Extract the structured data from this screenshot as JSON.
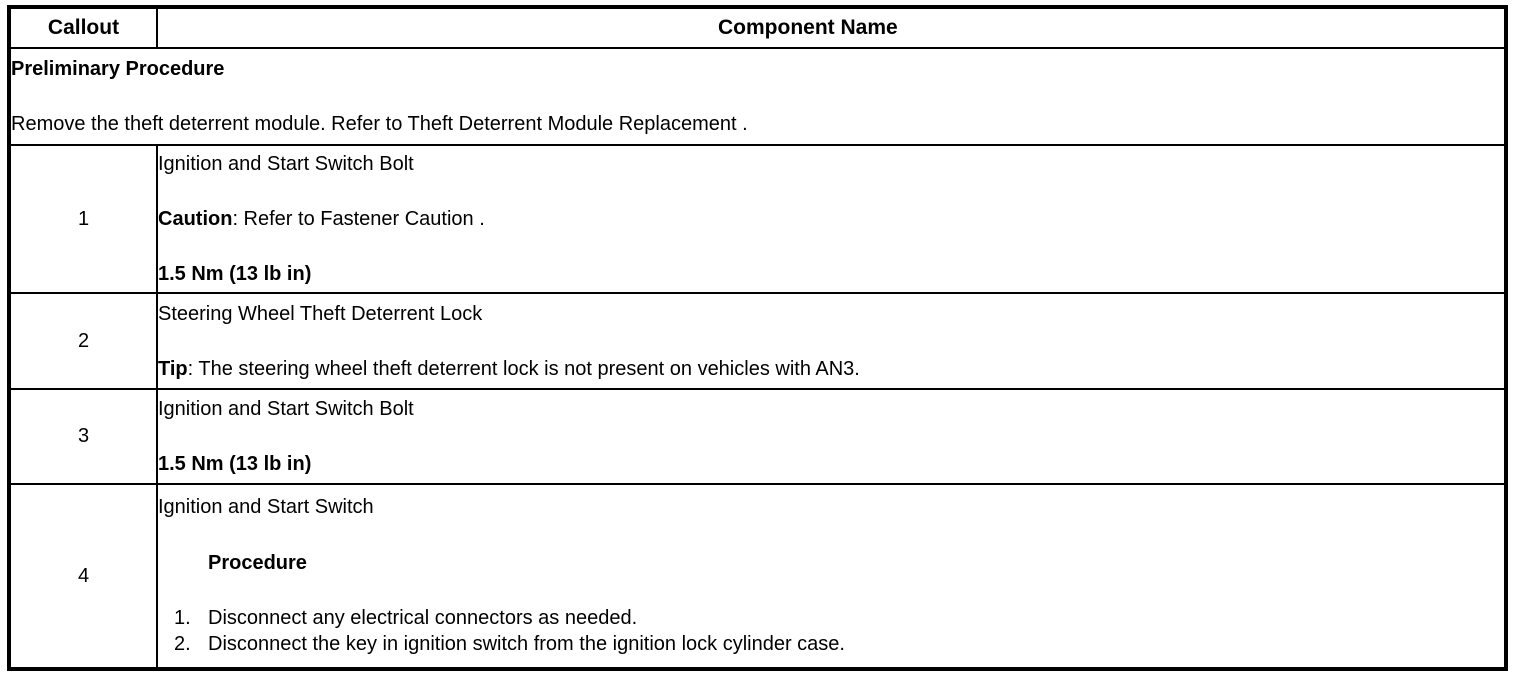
{
  "table": {
    "headers": {
      "callout": "Callout",
      "component_name": "Component Name"
    },
    "preliminary": {
      "title": "Preliminary Procedure",
      "body": "Remove the theft deterrent module. Refer to Theft Deterrent Module Replacement ."
    },
    "rows": [
      {
        "callout": "1",
        "name": "Ignition and Start Switch Bolt",
        "caution_label": "Caution",
        "caution_text": ": Refer to Fastener Caution .",
        "torque": "1.5 Nm (13 lb in)"
      },
      {
        "callout": "2",
        "name": "Steering Wheel Theft Deterrent Lock",
        "tip_label": "Tip",
        "tip_text": ": The steering wheel theft deterrent lock is not present on vehicles with AN3."
      },
      {
        "callout": "3",
        "name": "Ignition and Start Switch Bolt",
        "torque": "1.5 Nm (13 lb in)"
      },
      {
        "callout": "4",
        "name": "Ignition and Start Switch",
        "procedure_heading": "Procedure",
        "steps": [
          {
            "num": "1.",
            "text": "Disconnect any electrical connectors as needed."
          },
          {
            "num": "2.",
            "text": "Disconnect the key in ignition switch from the ignition lock cylinder case."
          }
        ]
      }
    ]
  },
  "colors": {
    "border": "#000000",
    "text": "#000000",
    "background": "#ffffff"
  }
}
